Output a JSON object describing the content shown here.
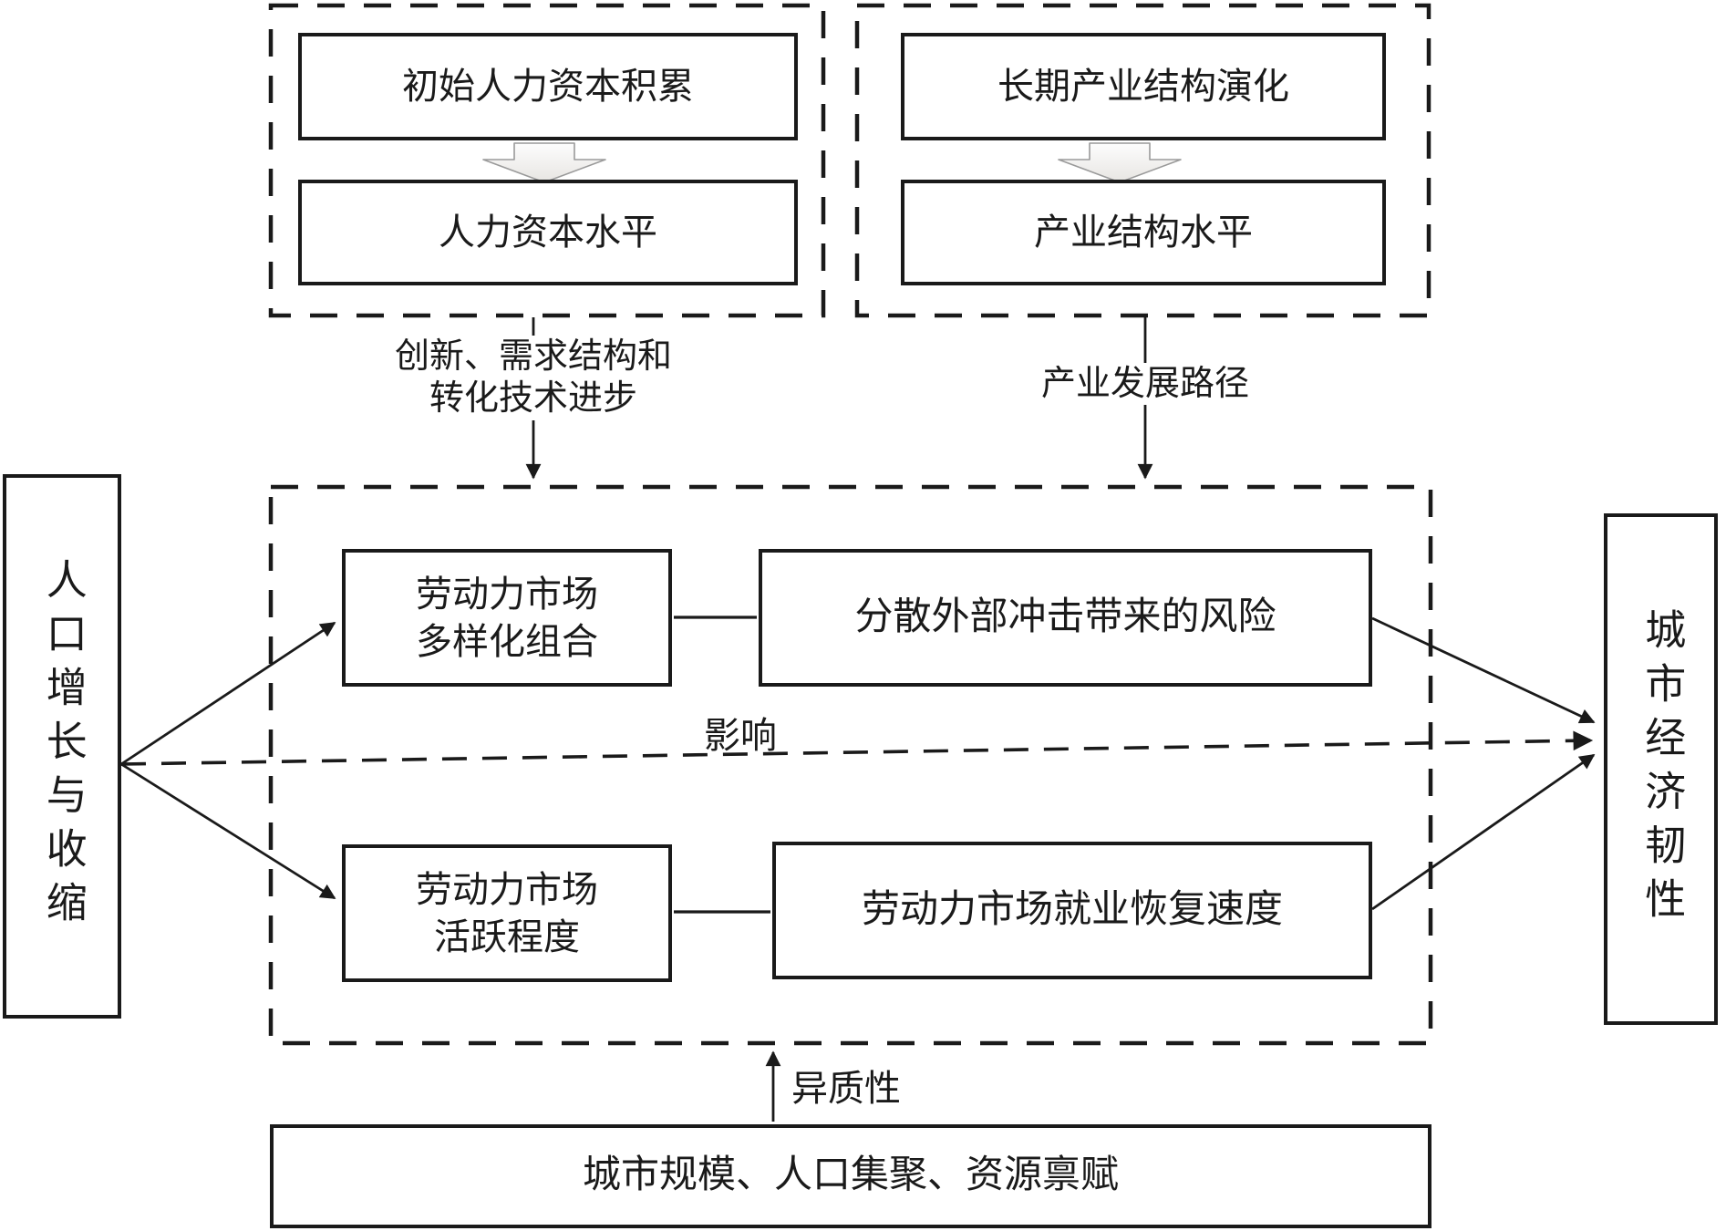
{
  "page": {
    "background": "#ffffff",
    "line_color": "#1a1a1a"
  },
  "top_left_group": {
    "accumulation_box": "初始人力资本积累",
    "level_box": "人力资本水平"
  },
  "top_right_group": {
    "evolution_box": "长期产业结构演化",
    "level_box": "产业结构水平"
  },
  "labels": {
    "innovation_line1": "创新、需求结构和",
    "innovation_line2": "转化技术进步",
    "industry_path": "产业发展路径",
    "influence": "影响",
    "heterogeneity": "异质性"
  },
  "side_boxes": {
    "population": "人口增长与收缩",
    "resilience": "城市经济韧性"
  },
  "middle_group": {
    "diversity_line1": "劳动力市场",
    "diversity_line2": "多样化组合",
    "risk_box": "分散外部冲击带来的风险",
    "activity_line1": "劳动力市场",
    "activity_line2": "活跃程度",
    "recovery_box": "劳动力市场就业恢复速度"
  },
  "bottom_box": {
    "label": "城市规模、人口集聚、资源禀赋"
  }
}
